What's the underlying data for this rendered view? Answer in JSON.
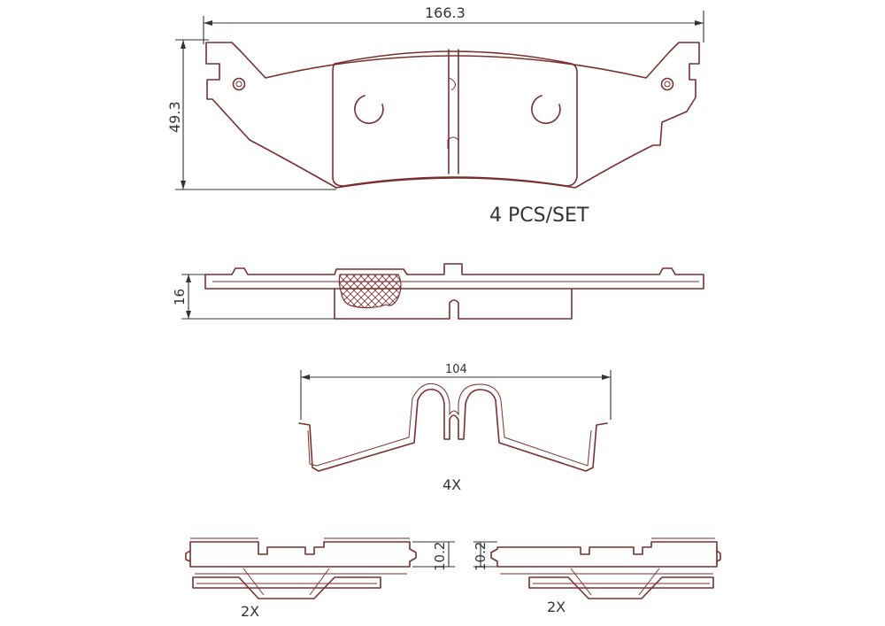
{
  "dimensions": {
    "pad_length": "166.3",
    "pad_height": "49.3",
    "pad_thickness": "16",
    "clip_width": "104",
    "shim_a_height": "10.2",
    "shim_b_height": "10.2"
  },
  "labels": {
    "pcs_set": "4   PCS/SET",
    "clip_qty": "4X",
    "shim_a_qty": "2X",
    "shim_b_qty": "2X"
  },
  "colors": {
    "part_line": "#7a2f2f",
    "dimension_line": "#333333"
  }
}
